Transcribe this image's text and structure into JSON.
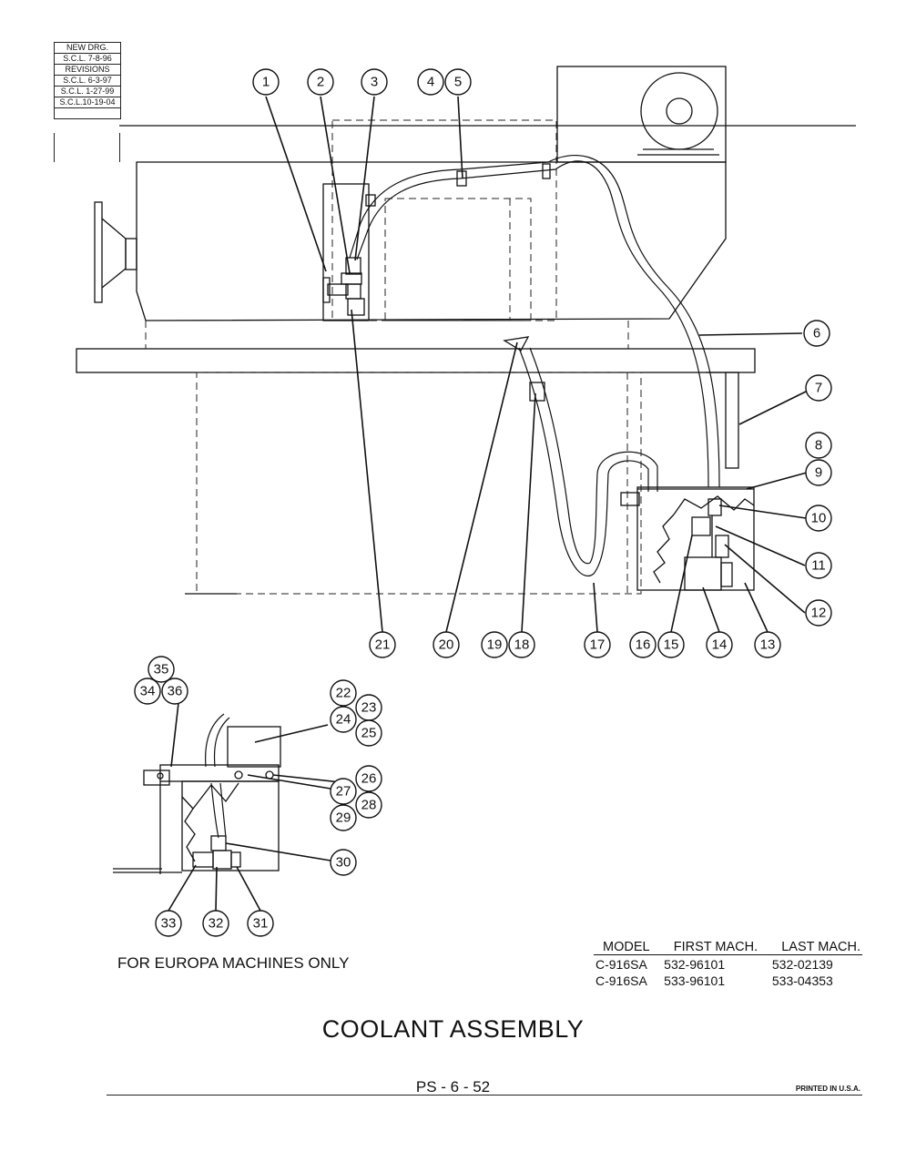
{
  "revision_block": {
    "new_drawing": "NEW DRG.",
    "new_drawing_date": "S.C.L.  7-8-96",
    "revisions_label": "REVISIONS",
    "revisions": [
      "S.C.L.  6-3-97",
      "S.C.L.  1-27-99",
      "S.C.L.10-19-04"
    ]
  },
  "callouts_main": [
    "1",
    "2",
    "3",
    "4",
    "5",
    "6",
    "7",
    "8",
    "9",
    "10",
    "11",
    "12",
    "13",
    "14",
    "15",
    "16",
    "17",
    "18",
    "19",
    "20",
    "21"
  ],
  "callouts_europa": [
    "22",
    "23",
    "24",
    "25",
    "26",
    "27",
    "28",
    "29",
    "30",
    "31",
    "32",
    "33",
    "34",
    "35",
    "36"
  ],
  "europa_note": "FOR EUROPA MACHINES ONLY",
  "model_table": {
    "headers": [
      "MODEL",
      "FIRST MACH.",
      "LAST MACH."
    ],
    "rows": [
      [
        "C-916SA",
        "532-96101",
        "532-02139"
      ],
      [
        "C-916SA",
        "533-96101",
        "533-04353"
      ]
    ]
  },
  "title": "COOLANT ASSEMBLY",
  "page_number": "PS - 6 - 52",
  "printed": "PRINTED IN U.S.A."
}
